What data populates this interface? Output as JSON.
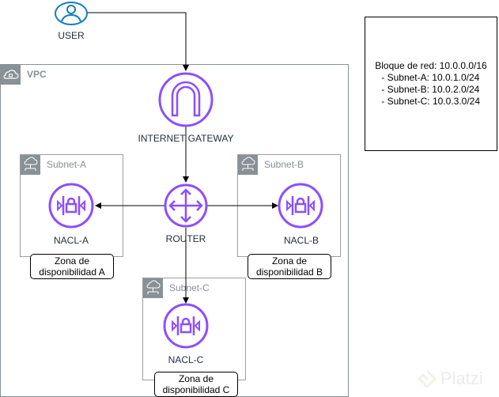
{
  "diagram": {
    "user": {
      "label": "USER"
    },
    "vpc": {
      "label": "VPC"
    },
    "internet_gateway": {
      "label": "INTERNET GATEWAY"
    },
    "router": {
      "label": "ROUTER"
    },
    "subnets": [
      {
        "label": "Subnet-A",
        "nacl": "NACL-A",
        "zone_line1": "Zona de",
        "zone_line2": "disponibilidad A"
      },
      {
        "label": "Subnet-B",
        "nacl": "NACL-B",
        "zone_line1": "Zona de",
        "zone_line2": "disponibilidad B"
      },
      {
        "label": "Subnet-C",
        "nacl": "NACL-C",
        "zone_line1": "Zona de",
        "zone_line2": "disponibilidad C"
      }
    ],
    "info_box": {
      "lines": [
        "Bloque de red: 10.0.0.0/16",
        "- Subnet-A: 10.0.1.0/24",
        "- Subnet-B: 10.0.2.0/24",
        "- Subnet-C: 10.0.3.0/24"
      ]
    },
    "watermark": "Platzi",
    "colors": {
      "purple": "#8c4fff",
      "user_blue": "#147eba",
      "group_gray": "#879196"
    }
  }
}
